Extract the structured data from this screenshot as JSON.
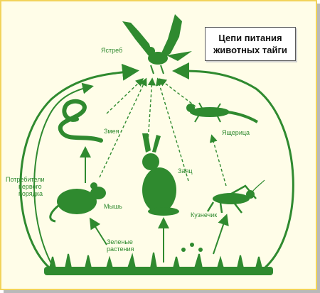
{
  "title": {
    "line1": "Цепи питания",
    "line2": "животных тайги"
  },
  "labels": {
    "hawk": "Ястреб",
    "snake": "Змея",
    "lizard": "Ящерица",
    "hare": "Заяц",
    "mouse": "Мышь",
    "grasshopper": "Кузнечик",
    "consumers": [
      "Потребители",
      "первого",
      "порядка"
    ],
    "plants": [
      "Зеленые",
      "растения"
    ]
  },
  "colors": {
    "ink": "#2f8a2f",
    "frame_border": "#f2d35a",
    "background": "#fffde8"
  }
}
